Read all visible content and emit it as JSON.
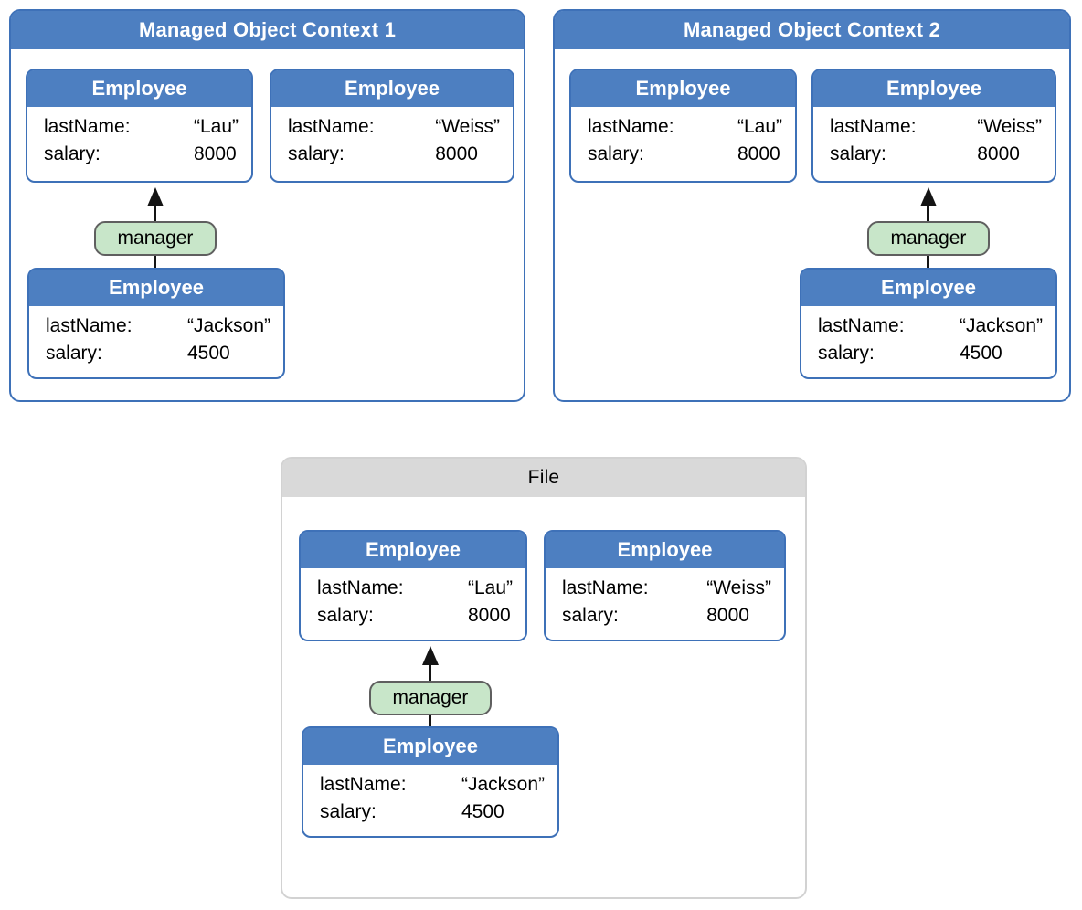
{
  "colors": {
    "blue_fill": "#4d7fc1",
    "blue_border": "#3e71b8",
    "green_fill": "#c8e6c9",
    "green_border": "#5f5f5f",
    "gray_fill": "#d9d9d9",
    "gray_border": "#d2d2d2",
    "arrow": "#141414"
  },
  "containers": [
    {
      "title": "Managed Object Context 1",
      "relationship": {
        "label": "manager",
        "from": "Employee (Jackson)",
        "to": "Employee (Lau)"
      },
      "employees": [
        {
          "title": "Employee",
          "attrs": [
            {
              "label": "lastName:",
              "value": "“Lau”"
            },
            {
              "label": "salary:",
              "value": "8000"
            }
          ]
        },
        {
          "title": "Employee",
          "attrs": [
            {
              "label": "lastName:",
              "value": "“Weiss”"
            },
            {
              "label": "salary:",
              "value": "8000"
            }
          ]
        },
        {
          "title": "Employee",
          "attrs": [
            {
              "label": "lastName:",
              "value": "“Jackson”"
            },
            {
              "label": "salary:",
              "value": "4500"
            }
          ]
        }
      ]
    },
    {
      "title": "Managed Object Context 2",
      "relationship": {
        "label": "manager",
        "from": "Employee (Jackson)",
        "to": "Employee (Weiss)"
      },
      "employees": [
        {
          "title": "Employee",
          "attrs": [
            {
              "label": "lastName:",
              "value": "“Lau”"
            },
            {
              "label": "salary:",
              "value": "8000"
            }
          ]
        },
        {
          "title": "Employee",
          "attrs": [
            {
              "label": "lastName:",
              "value": "“Weiss”"
            },
            {
              "label": "salary:",
              "value": "8000"
            }
          ]
        },
        {
          "title": "Employee",
          "attrs": [
            {
              "label": "lastName:",
              "value": "“Jackson”"
            },
            {
              "label": "salary:",
              "value": "4500"
            }
          ]
        }
      ]
    },
    {
      "title": "File",
      "relationship": {
        "label": "manager",
        "from": "Employee (Jackson)",
        "to": "Employee (Lau)"
      },
      "employees": [
        {
          "title": "Employee",
          "attrs": [
            {
              "label": "lastName:",
              "value": "“Lau”"
            },
            {
              "label": "salary:",
              "value": "8000"
            }
          ]
        },
        {
          "title": "Employee",
          "attrs": [
            {
              "label": "lastName:",
              "value": "“Weiss”"
            },
            {
              "label": "salary:",
              "value": "8000"
            }
          ]
        },
        {
          "title": "Employee",
          "attrs": [
            {
              "label": "lastName:",
              "value": "“Jackson”"
            },
            {
              "label": "salary:",
              "value": "4500"
            }
          ]
        }
      ]
    }
  ]
}
